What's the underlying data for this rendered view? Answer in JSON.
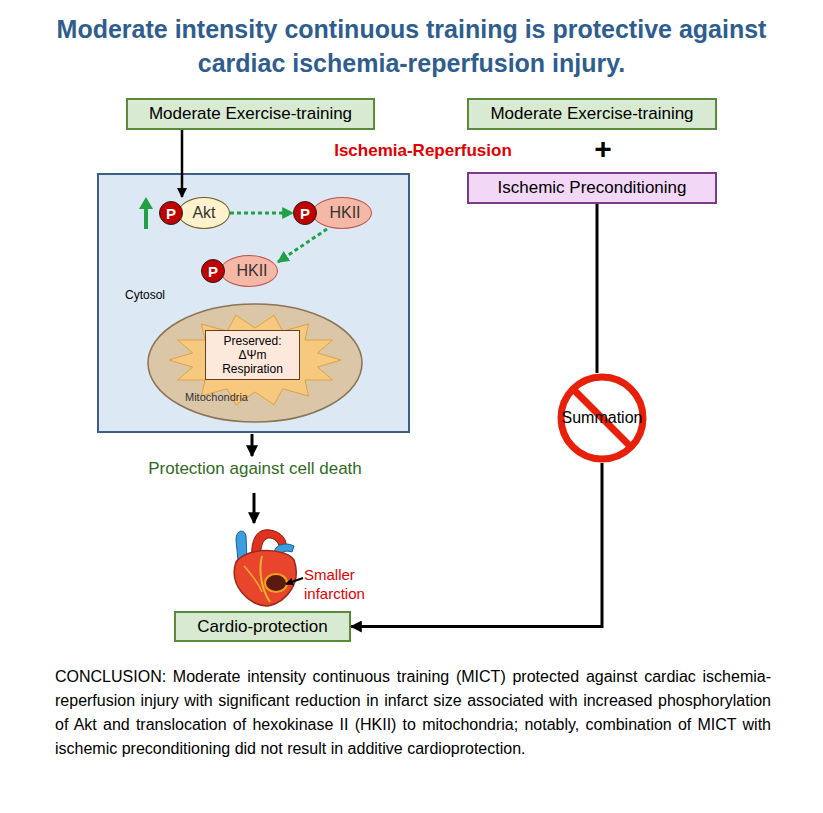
{
  "diagram": {
    "title": "Moderate intensity continuous training is protective against cardiac ischemia-reperfusion injury.",
    "caption": "CONCLUSION: Moderate intensity continuous training (MICT) protected against cardiac ischemia-reperfusion injury with significant reduction in infarct size associated with increased phosphorylation of Akt and translocation of hexokinase II (HKII) to mitochondria; notably, combination of MICT with ischemic preconditioning did not result in additive cardioprotection.",
    "nodes": [
      {
        "text": [
          "Moderate Exercise-training"
        ]
      },
      {
        "text": [
          "Moderate Exercise-training"
        ]
      },
      {
        "text": [
          "Ischemic Preconditioning"
        ]
      },
      {
        "text": [
          "Cytosol"
        ]
      },
      {
        "text": [
          "P"
        ],
        "in": 3
      },
      {
        "text": [
          "Akt"
        ],
        "in": 3
      },
      {
        "text": [
          "P"
        ],
        "in": 3
      },
      {
        "text": [
          "HKII"
        ],
        "in": 3
      },
      {
        "text": [
          "P"
        ],
        "in": 3
      },
      {
        "text": [
          "HKII"
        ],
        "in": 3
      },
      {
        "text": [
          "Mitochondria"
        ],
        "in": 3
      },
      {
        "text": [
          "Preserved: ΔΨm Respiration"
        ],
        "in": 10
      },
      {
        "text": [
          "Summation"
        ]
      },
      {
        "text": [
          "Cardio-protection"
        ]
      }
    ],
    "edges": [
      {
        "from": 0,
        "to": 5,
        "arrow": "to"
      },
      {
        "from": 5,
        "to": 6,
        "arrow": "to"
      },
      {
        "from": 7,
        "to": 9,
        "arrow": "to"
      },
      {
        "from": 2,
        "to": 12,
        "arrow": "none"
      },
      {
        "from": 12,
        "to": 13,
        "arrow": "to"
      }
    ],
    "labels": [
      "Ischemia-Reperfusion",
      "+",
      "Protection against cell death",
      "Smaller infarction"
    ]
  }
}
